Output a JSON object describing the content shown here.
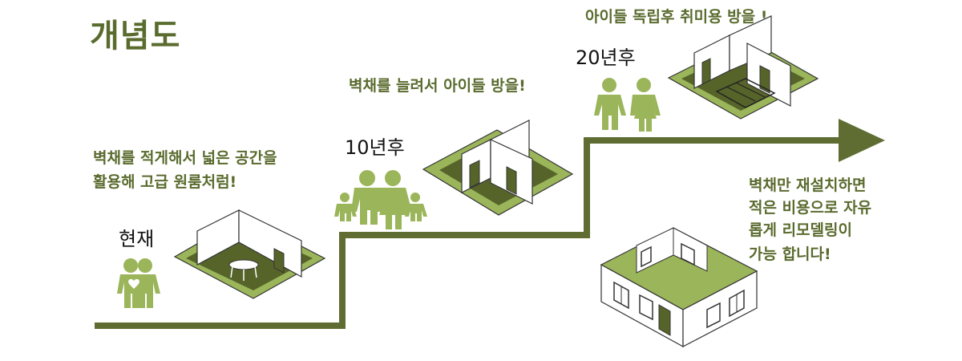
{
  "title": "개념도",
  "stages": {
    "now": "현재",
    "ten": "10년후",
    "twenty": "20년후"
  },
  "captions": {
    "stage1_line1": "벽채를 적게해서 넓은 공간을",
    "stage1_line2": "활용해 고급 원룸처럼!",
    "stage2": "벽채를 늘려서 아이들 방을!",
    "stage3": "아이들 독립후  취미용 방을 !",
    "final_line1": "벽채만 재설치하면",
    "final_line2": "적은 비용으로 자유",
    "final_line3": "롭게 리모델링이",
    "final_line4": "가능 합니다!"
  },
  "colors": {
    "olive_dark": "#5a6b2e",
    "olive_light": "#9bb55a",
    "floor_dark": "#56642a",
    "wall": "#ffffff",
    "outline": "#333333"
  }
}
